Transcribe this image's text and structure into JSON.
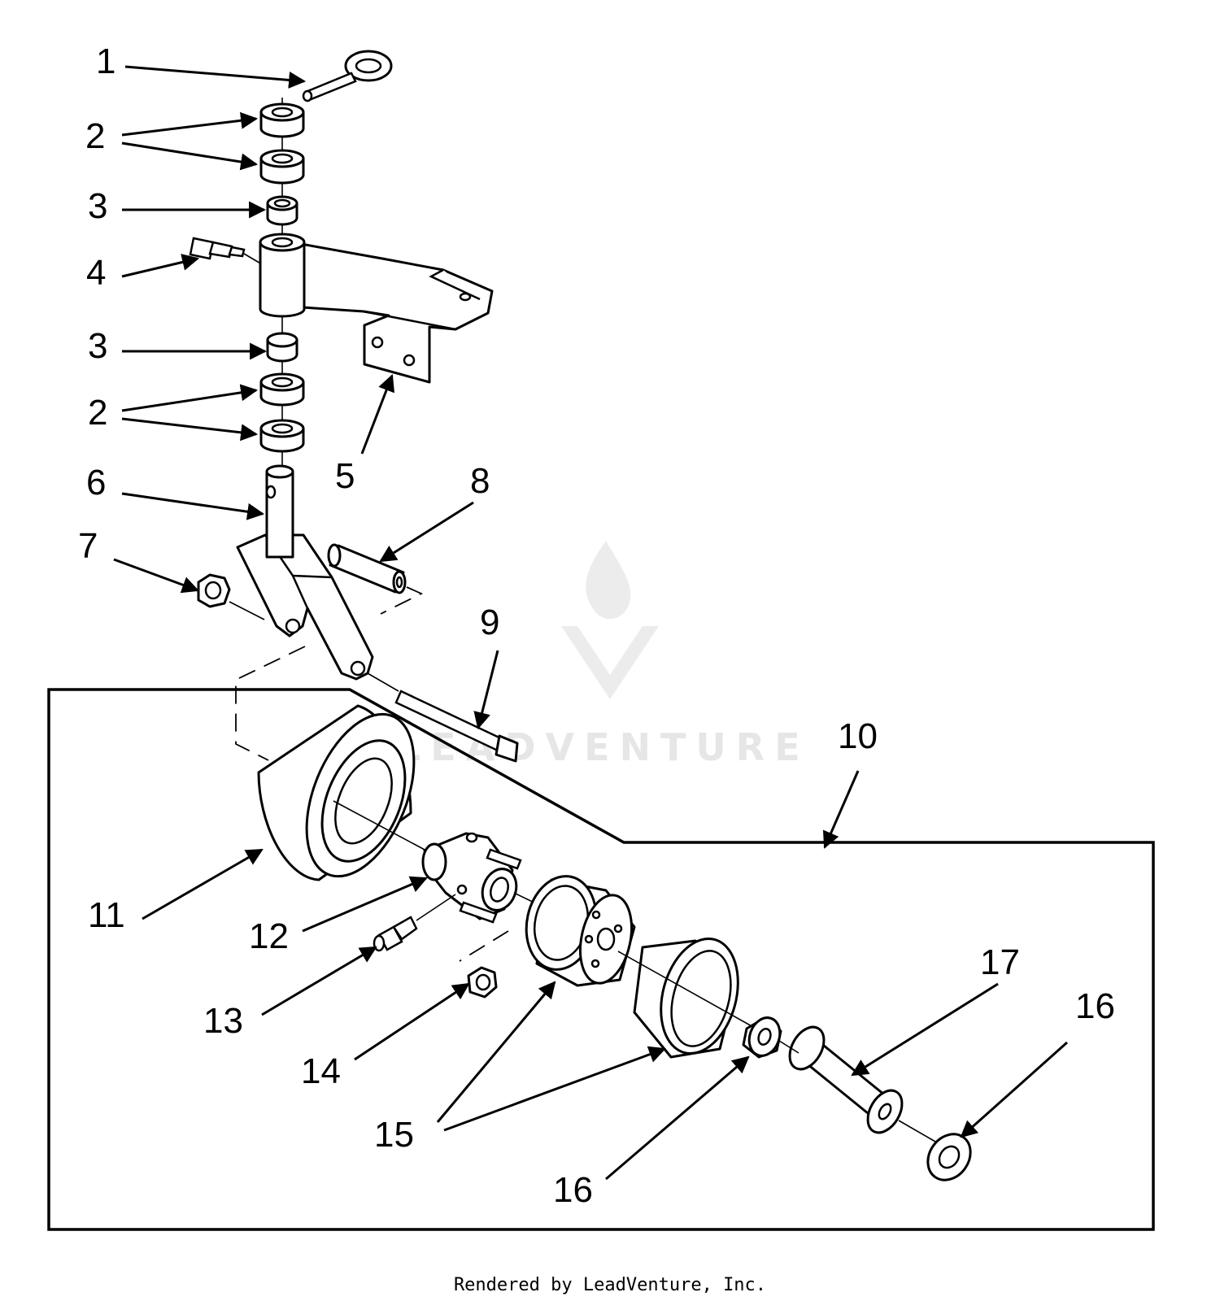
{
  "callouts": {
    "c1": "1",
    "c2a": "2",
    "c2b": "2",
    "c3a": "3",
    "c3b": "3",
    "c4": "4",
    "c5": "5",
    "c6": "6",
    "c7": "7",
    "c8": "8",
    "c9": "9",
    "c10": "10",
    "c11": "11",
    "c12": "12",
    "c13": "13",
    "c14": "14",
    "c15": "15",
    "c16a": "16",
    "c16b": "16",
    "c17": "17"
  },
  "watermark": {
    "text": "LEADVENTURE"
  },
  "footer": {
    "text": "Rendered by LeadVenture, Inc."
  }
}
